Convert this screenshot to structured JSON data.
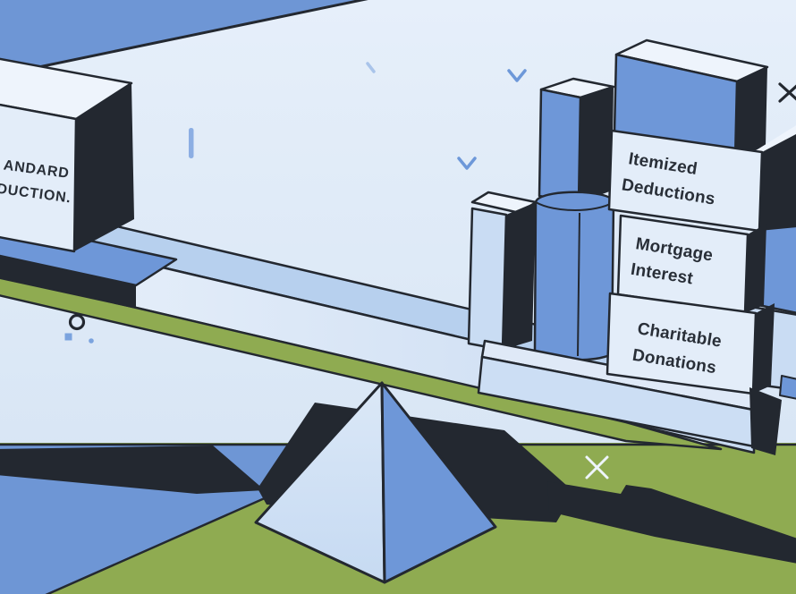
{
  "scene": {
    "left_box": {
      "line1": "ANDARD",
      "line2": "DUCTION."
    },
    "right_boxes": [
      {
        "line1": "Itemized",
        "line2": "Deductions"
      },
      {
        "line1": "Mortgage",
        "line2": "Interest"
      },
      {
        "line1": "Charitable",
        "line2": "Donations"
      }
    ]
  },
  "palette": {
    "dark_navy": "#232830",
    "medium_blue": "#6e97d8",
    "pale_blue": "#dce8f7",
    "box_face": "#e3edf9",
    "light_column_blue": "#c9dcf3",
    "grass_green": "#8fab51",
    "accent_light_blue": "#8caee3",
    "text_dark": "#292f38",
    "white_mark": "#eef5fc"
  }
}
